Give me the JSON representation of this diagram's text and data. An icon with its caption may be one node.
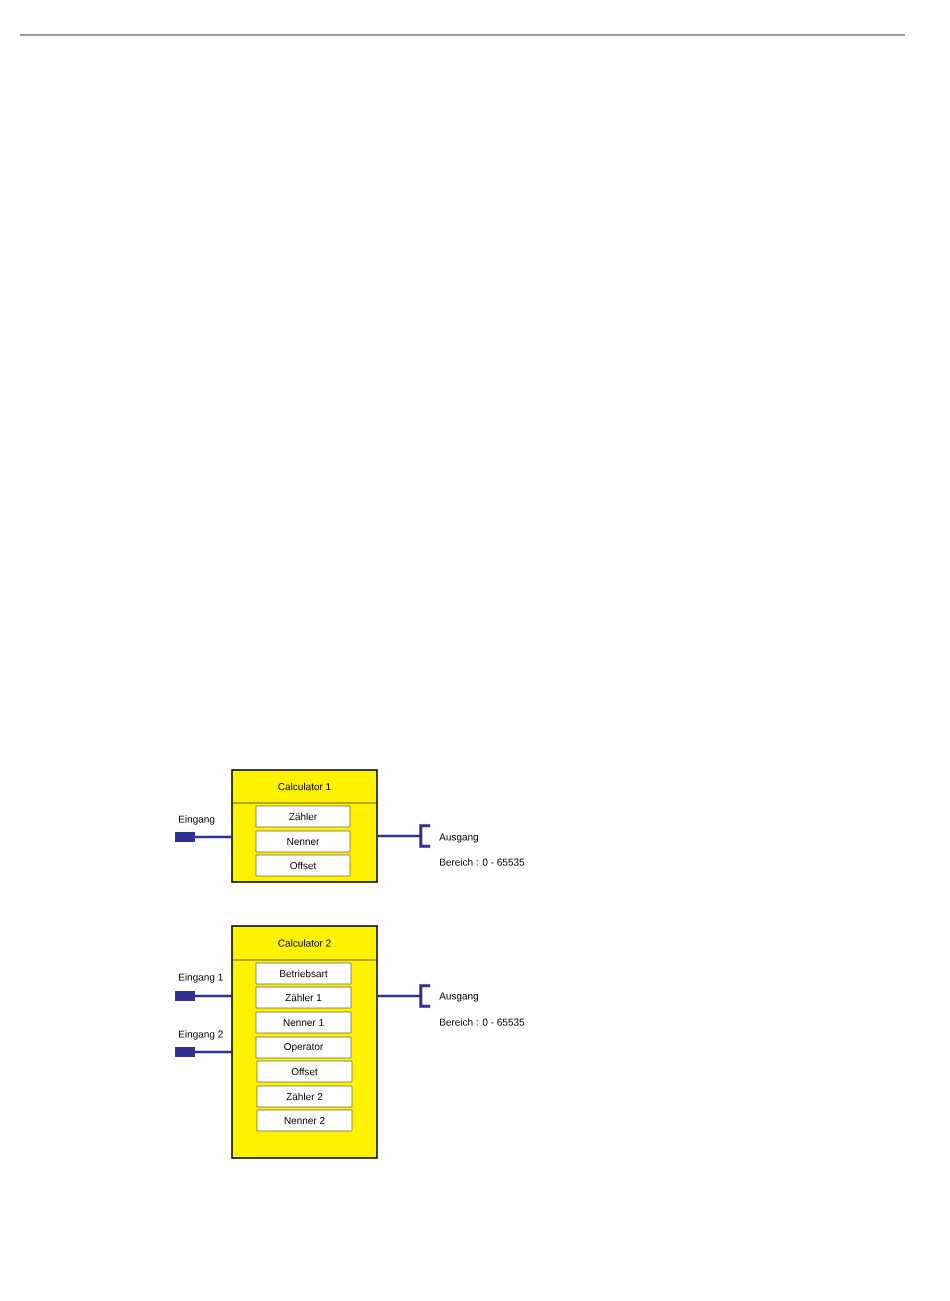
{
  "diagram": {
    "nodes": [
      {
        "text": [
          "Calculator 1"
        ]
      },
      {
        "text": [
          "Zähler"
        ],
        "in": 0
      },
      {
        "text": [
          "Nenner"
        ],
        "in": 0
      },
      {
        "text": [
          "Offset"
        ],
        "in": 0
      },
      {
        "text": [],
        "shape": "bar",
        "beside": [
          "Eingang"
        ]
      },
      {
        "text": [],
        "shape": "bracket",
        "beside": [
          "Ausgang",
          "Bereich : 0 - 65535"
        ]
      },
      {
        "text": [
          "Calculator 2"
        ]
      },
      {
        "text": [
          "Betriebsart"
        ],
        "in": 6
      },
      {
        "text": [
          "Zähler 1"
        ],
        "in": 6
      },
      {
        "text": [
          "Nenner 1"
        ],
        "in": 6
      },
      {
        "text": [
          "Operator"
        ],
        "in": 6
      },
      {
        "text": [
          "Offset"
        ],
        "in": 6
      },
      {
        "text": [
          "Zähler 2"
        ],
        "in": 6
      },
      {
        "text": [
          "Nenner 2"
        ],
        "in": 6
      },
      {
        "text": [],
        "shape": "bar",
        "beside": [
          "Eingang 1"
        ]
      },
      {
        "text": [],
        "shape": "bar",
        "beside": [
          "Eingang 2"
        ]
      },
      {
        "text": [],
        "shape": "bracket",
        "beside": [
          "Ausgang",
          "Bereich : 0 - 65535"
        ]
      }
    ],
    "edges": [
      {
        "from": 4,
        "to": 0,
        "arrow": "none"
      },
      {
        "from": 0,
        "to": 5,
        "arrow": "none"
      },
      {
        "from": 14,
        "to": 6,
        "arrow": "none"
      },
      {
        "from": 15,
        "to": 6,
        "arrow": "none"
      },
      {
        "from": 6,
        "to": 16,
        "arrow": "none"
      }
    ]
  }
}
